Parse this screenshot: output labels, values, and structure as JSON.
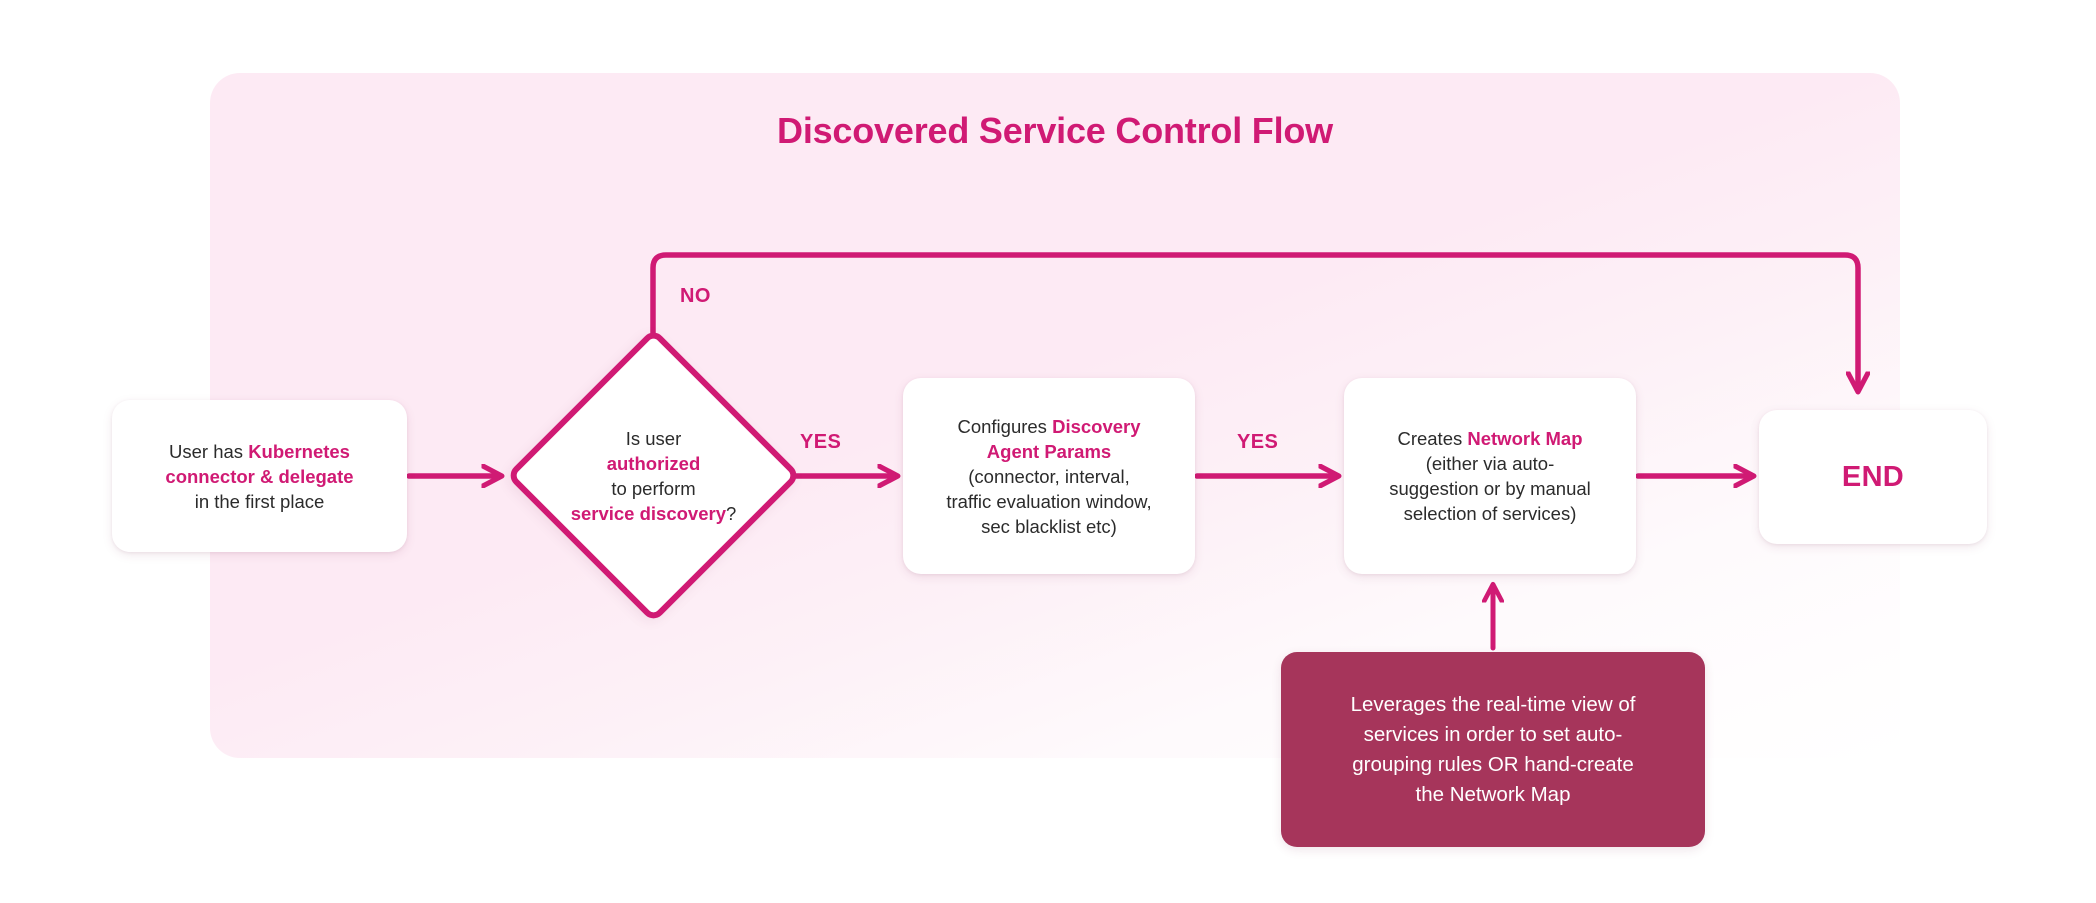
{
  "page": {
    "title": "Discovered Service Control Flow",
    "background": "#ffffff",
    "panel_color": "#fdeaf4",
    "accent_color": "#d01a74",
    "note_color": "#a6355b",
    "text_color": "#2b2b2b"
  },
  "nodes": {
    "start": {
      "id": "start",
      "shape": "rounded-rect",
      "line1_plain": "User has ",
      "line1_bold": "Kubernetes",
      "line2_bold": "connector & delegate",
      "line3_plain": "in the first place"
    },
    "decision": {
      "id": "decision",
      "shape": "diamond",
      "line1_plain": "Is user",
      "line2_bold": "authorized",
      "line3_plain": "to perform",
      "line4_bold": "service discovery",
      "line4_suffix": "?"
    },
    "config": {
      "id": "config",
      "shape": "rounded-rect",
      "line1_plain": "Configures ",
      "line1_bold": "Discovery",
      "line2_bold": "Agent Params",
      "line3_plain": "(connector, interval,",
      "line4_plain": "traffic evaluation window,",
      "line5_plain": "sec blacklist etc)"
    },
    "map": {
      "id": "map",
      "shape": "rounded-rect",
      "line1_plain": "Creates ",
      "line1_bold": "Network Map",
      "line2_plain": "(either via auto-",
      "line3_plain": "suggestion or by manual",
      "line4_plain": "selection of services)"
    },
    "end": {
      "id": "end",
      "shape": "rounded-rect",
      "label": "END"
    },
    "note": {
      "id": "note",
      "shape": "rounded-rect-filled",
      "line1": "Leverages the real-time view of",
      "line2": "services in order to set auto-",
      "line3": "grouping rules OR hand-create",
      "line4": "the Network Map"
    }
  },
  "edges": {
    "start_to_decision": {
      "label": ""
    },
    "decision_yes_1": {
      "label": "YES"
    },
    "decision_no": {
      "label": "NO"
    },
    "config_to_map": {
      "label": "YES"
    },
    "map_to_end": {
      "label": ""
    },
    "note_to_map": {
      "label": ""
    }
  }
}
